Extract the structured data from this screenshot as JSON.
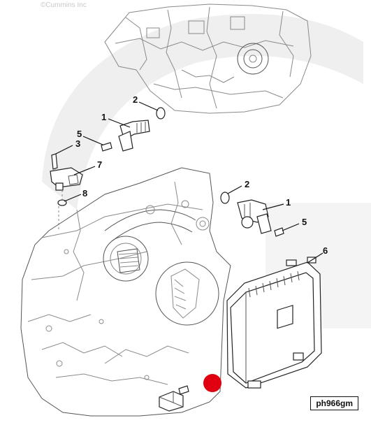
{
  "copyright": "©Cummins Inc",
  "figure_id": "ph966gm",
  "callouts": {
    "c1a": "1",
    "c2a": "2",
    "c3": "3",
    "c5a": "5",
    "c7": "7",
    "c8": "8",
    "c2b": "2",
    "c1b": "1",
    "c5b": "5",
    "c6": "6"
  },
  "colors": {
    "marker": "#e0000f",
    "watermark": "#ececec",
    "line": "#222222"
  }
}
